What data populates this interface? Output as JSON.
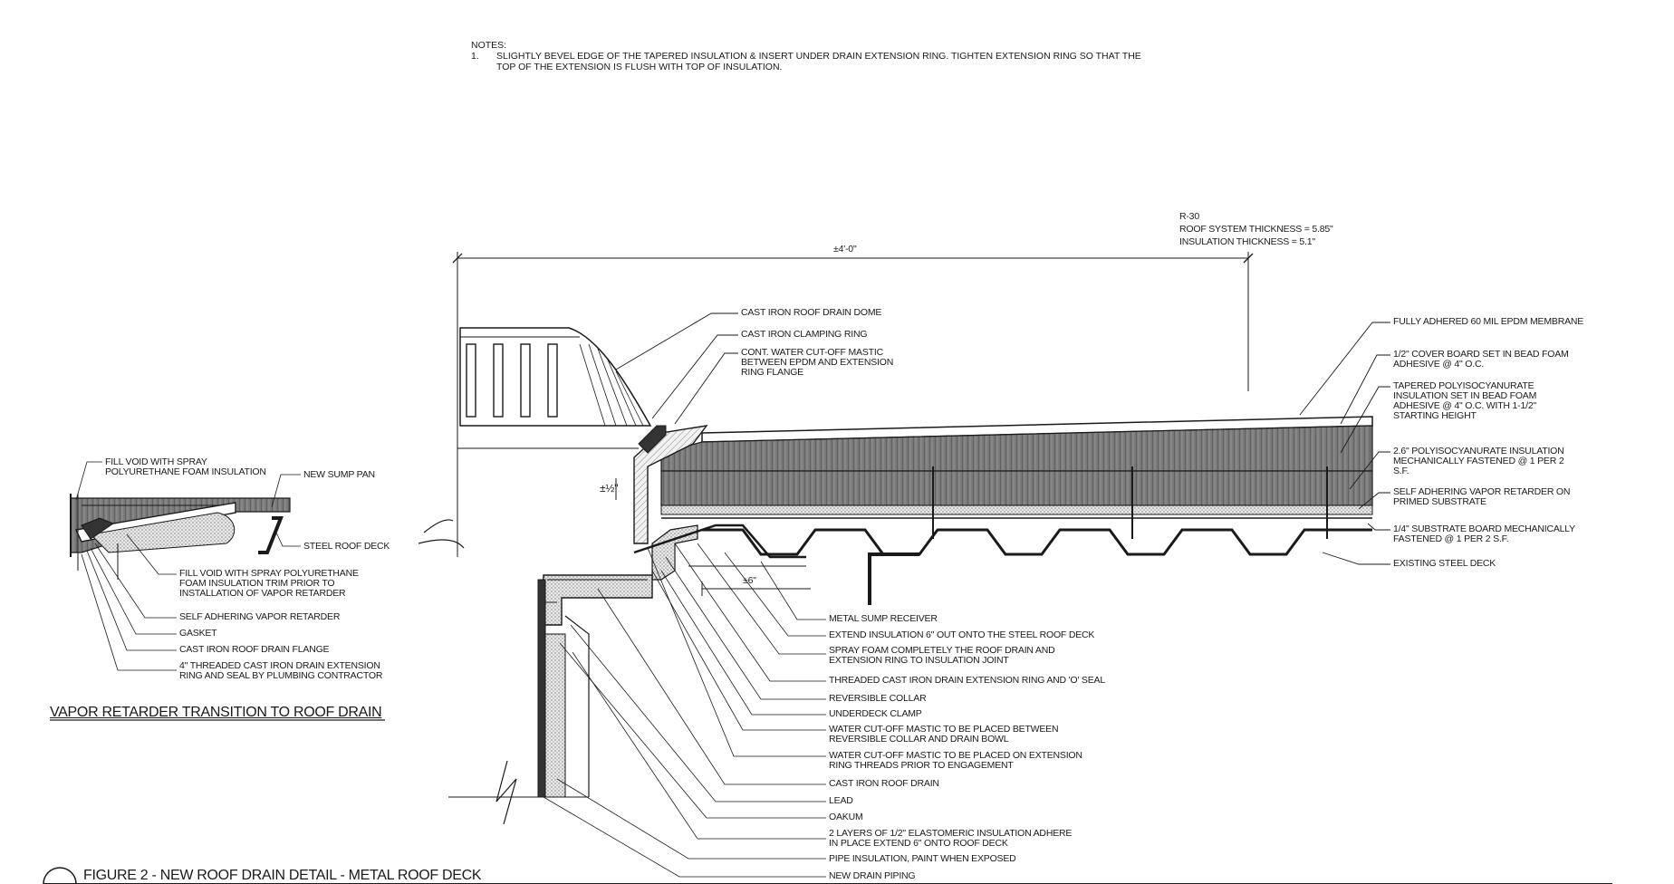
{
  "notes": {
    "heading": "NOTES:",
    "items": [
      {
        "num": "1.",
        "line1": "SLIGHTLY BEVEL EDGE OF THE TAPERED INSULATION & INSERT UNDER DRAIN EXTENSION RING.  TIGHTEN EXTENSION RING SO THAT THE",
        "line2": "TOP OF THE EXTENSION IS FLUSH WITH TOP OF INSULATION."
      }
    ]
  },
  "rvalue": {
    "line1": "R-30",
    "line2": "ROOF SYSTEM THICKNESS = 5.85\"",
    "line3": "INSULATION THICKNESS = 5.1\""
  },
  "dimensions": {
    "overall": "±4'-0\"",
    "sump": "±6\"",
    "drop": "±½\""
  },
  "callouts_top": [
    "CAST IRON ROOF DRAIN DOME",
    "CAST IRON CLAMPING RING",
    "CONT. WATER CUT-OFF MASTIC BETWEEN EPDM AND EXTENSION RING FLANGE"
  ],
  "callouts_right": [
    "FULLY ADHERED 60 MIL EPDM MEMBRANE",
    "1/2\" COVER BOARD SET IN BEAD FOAM ADHESIVE @ 4\" O.C.",
    "TAPERED POLYISOCYANURATE INSULATION SET IN BEAD FOAM ADHESIVE @ 4\" O.C. WITH 1-1/2\" STARTING HEIGHT",
    "2.6\" POLYISOCYANURATE INSULATION MECHANICALLY FASTENED @ 1 PER 2 S.F.",
    "SELF ADHERING VAPOR RETARDER ON PRIMED SUBSTRATE",
    "1/4\" SUBSTRATE BOARD MECHANICALLY FASTENED @ 1 PER 2 S.F.",
    "EXISTING STEEL DECK"
  ],
  "callouts_bottom": [
    "METAL SUMP RECEIVER",
    "EXTEND INSULATION 6\" OUT ONTO THE STEEL ROOF DECK",
    "SPRAY FOAM COMPLETELY THE ROOF DRAIN AND EXTENSION RING TO INSULATION JOINT",
    "THREADED CAST IRON DRAIN EXTENSION RING AND 'O' SEAL",
    "REVERSIBLE COLLAR",
    "UNDERDECK CLAMP",
    "WATER CUT-OFF MASTIC TO BE PLACED BETWEEN REVERSIBLE COLLAR AND DRAIN BOWL",
    "WATER CUT-OFF MASTIC TO BE PLACED ON EXTENSION RING THREADS PRIOR TO ENGAGEMENT",
    "CAST IRON ROOF DRAIN",
    "LEAD",
    "OAKUM",
    "2 LAYERS OF 1/2\" ELASTOMERIC INSULATION ADHERE IN PLACE EXTEND 6\" ONTO ROOF DECK",
    "PIPE INSULATION, PAINT WHEN EXPOSED",
    "NEW DRAIN PIPING"
  ],
  "callouts_left": [
    "FILL VOID WITH SPRAY POLYURETHANE FOAM INSULATION",
    "NEW SUMP PAN",
    "STEEL ROOF DECK",
    "FILL VOID WITH SPRAY POLYURETHANE FOAM INSULATION TRIM PRIOR TO INSTALLATION OF VAPOR RETARDER",
    "SELF ADHERING VAPOR RETARDER",
    "GASKET",
    "CAST IRON ROOF DRAIN FLANGE",
    "4\" THREADED CAST IRON DRAIN EXTENSION RING AND SEAL BY PLUMBING CONTRACTOR"
  ],
  "titles": {
    "left_detail": "VAPOR RETARDER TRANSITION TO ROOF DRAIN",
    "main": "FIGURE 2 - NEW ROOF DRAIN DETAIL - METAL ROOF DECK"
  }
}
